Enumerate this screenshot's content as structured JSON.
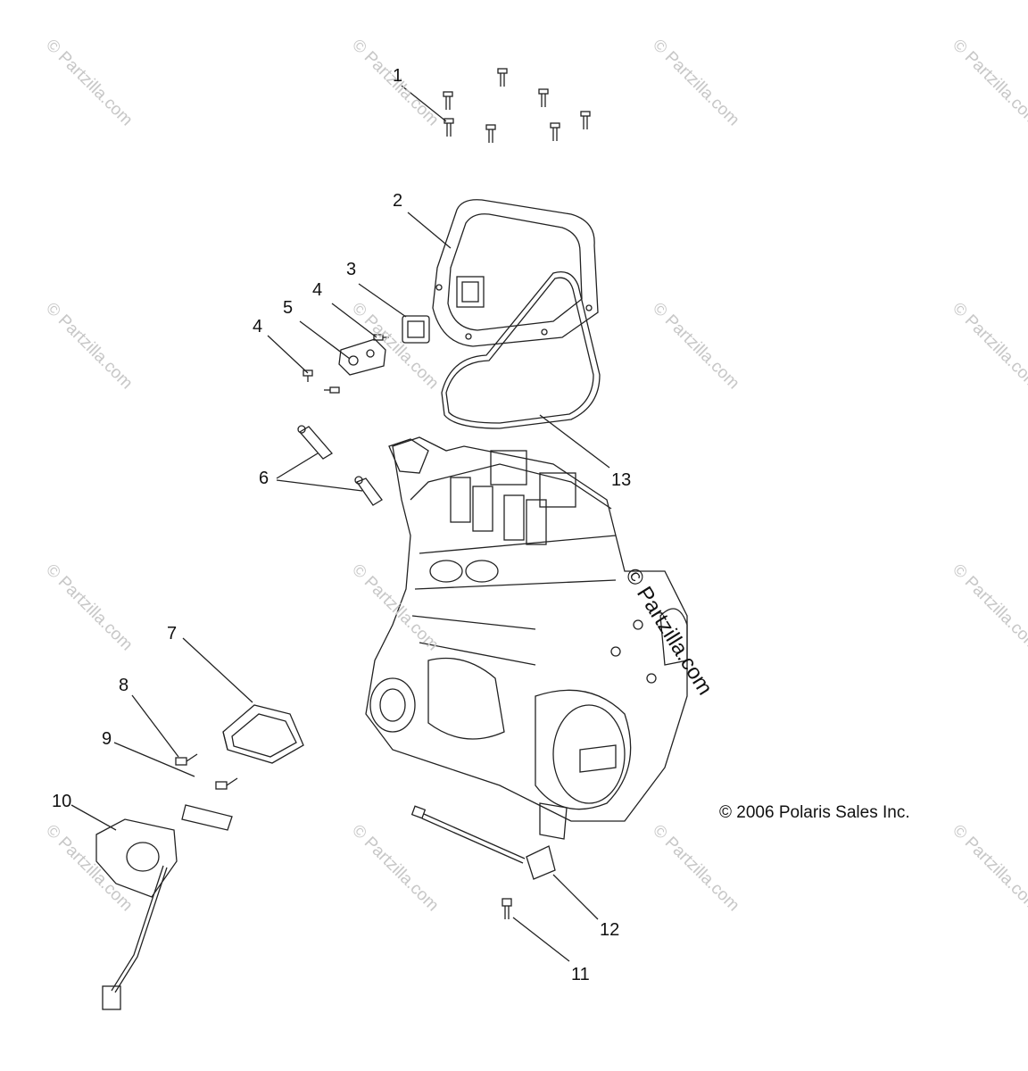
{
  "callouts": [
    {
      "id": "c1",
      "text": "1"
    },
    {
      "id": "c2",
      "text": "2"
    },
    {
      "id": "c3",
      "text": "3"
    },
    {
      "id": "c4a",
      "text": "4"
    },
    {
      "id": "c4b",
      "text": "4"
    },
    {
      "id": "c5",
      "text": "5"
    },
    {
      "id": "c6",
      "text": "6"
    },
    {
      "id": "c7",
      "text": "7"
    },
    {
      "id": "c8",
      "text": "8"
    },
    {
      "id": "c9",
      "text": "9"
    },
    {
      "id": "c10",
      "text": "10"
    },
    {
      "id": "c11",
      "text": "11"
    },
    {
      "id": "c12",
      "text": "12"
    },
    {
      "id": "c13",
      "text": "13"
    }
  ],
  "copyright": "© 2006 Polaris Sales Inc.",
  "watermark_large": "© Partzilla.com",
  "watermark_small": "© Partzilla.com",
  "colors": {
    "line": "#222222",
    "watermark": "#c7c7c7",
    "background": "#ffffff"
  }
}
